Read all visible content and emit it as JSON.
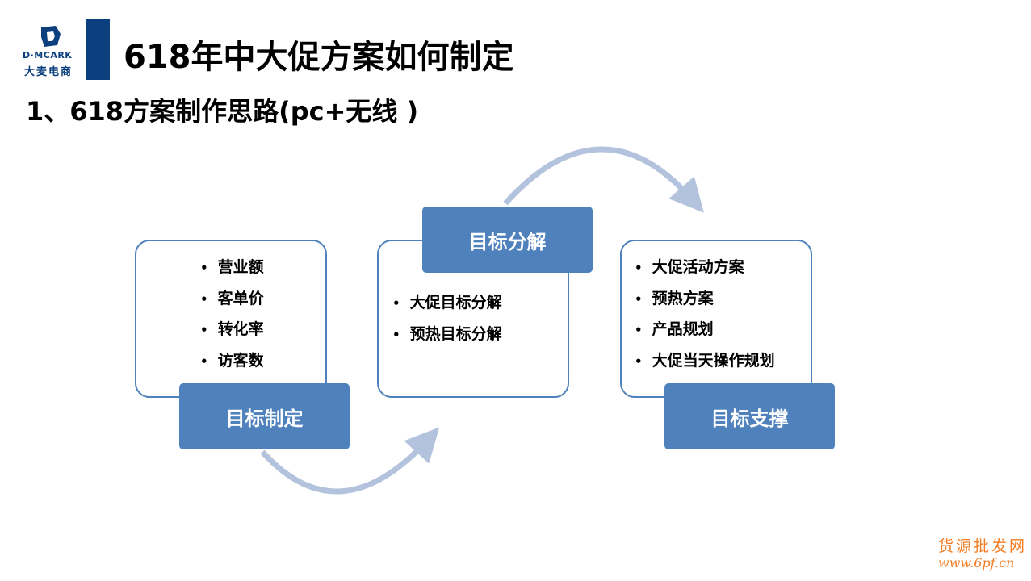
{
  "logo": {
    "name": "D·MCARK",
    "cn": "大麦电商"
  },
  "title": "618年中大促方案如何制定",
  "subtitle": "1、618方案制作思路(pc+无线 )",
  "steps": [
    {
      "label": "目标制定",
      "items": [
        "营业额",
        "客单价",
        "转化率",
        "访客数"
      ]
    },
    {
      "label": "目标分解",
      "items": [
        "大促目标分解",
        "预热目标分解"
      ]
    },
    {
      "label": "目标支撑",
      "items": [
        "大促活动方案",
        "预热方案",
        "产品规划",
        "大促当天操作规划"
      ]
    }
  ],
  "watermark": {
    "cn": "货源批发网",
    "url": "www.6pf.cn"
  },
  "colors": {
    "brand": "#0b3f7e",
    "accent": "#4f81bd",
    "arrow": "#b4c3dd",
    "watermark": "#f47b20"
  }
}
